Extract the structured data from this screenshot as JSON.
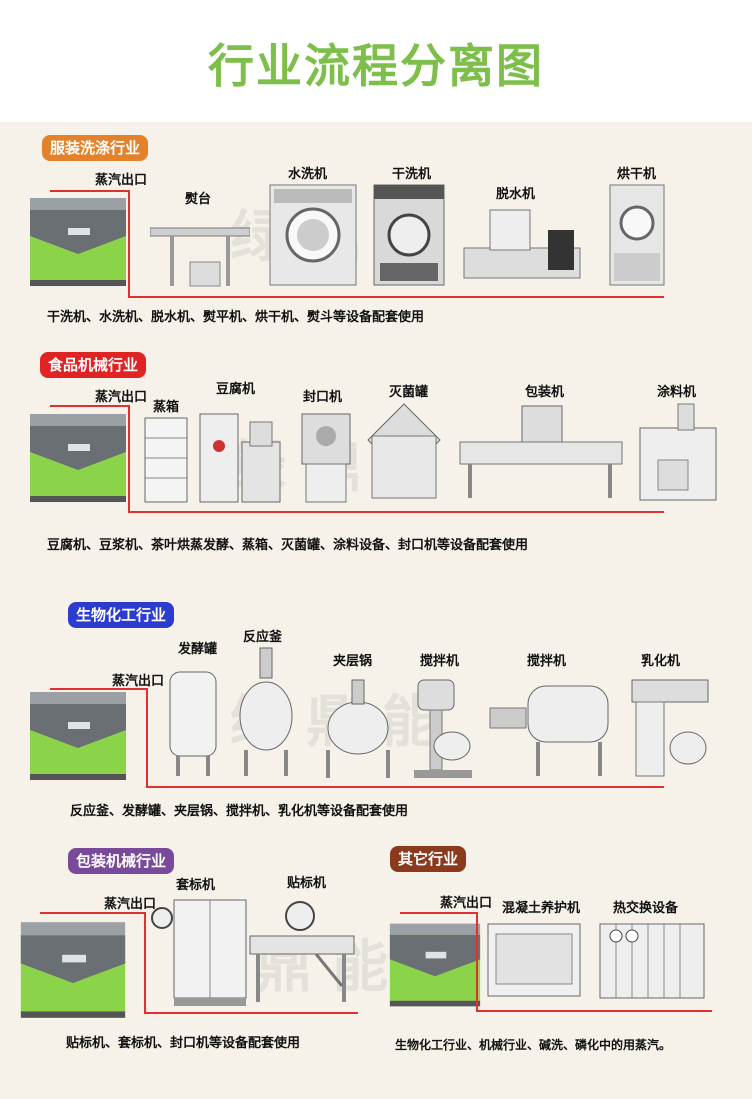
{
  "title": "行业流程分离图",
  "colors": {
    "green": "#7dbf4a",
    "pipe": "#e03030",
    "orange": "#e3822b",
    "red": "#e02323",
    "blue": "#2b3ccf",
    "purple": "#7a4a9a",
    "brown": "#8a3b1e"
  },
  "sections": {
    "laundry": {
      "label": "服装洗涤行业",
      "steam": "蒸汽出口",
      "machines": [
        "熨台",
        "水洗机",
        "干洗机",
        "脱水机",
        "烘干机"
      ],
      "caption": "干洗机、水洗机、脱水机、熨平机、烘干机、熨斗等设备配套使用"
    },
    "food": {
      "label": "食品机械行业",
      "steam": "蒸汽出口",
      "machines": [
        "蒸箱",
        "豆腐机",
        "封口机",
        "灭菌罐",
        "包装机",
        "涂料机"
      ],
      "caption": "豆腐机、豆浆机、茶叶烘蒸发酵、蒸箱、灭菌罐、涂料设备、封口机等设备配套使用"
    },
    "bio": {
      "label": "生物化工行业",
      "steam": "蒸汽出口",
      "machines": [
        "发酵罐",
        "反应釜",
        "夹层锅",
        "搅拌机",
        "搅拌机",
        "乳化机"
      ],
      "caption": "反应釜、发酵罐、夹层锅、搅拌机、乳化机等设备配套使用"
    },
    "packaging": {
      "label": "包装机械行业",
      "steam": "蒸汽出口",
      "machines": [
        "套标机",
        "贴标机"
      ],
      "caption": "贴标机、套标机、封口机等设备配套使用"
    },
    "other": {
      "label": "其它行业",
      "steam": "蒸汽出口",
      "machines": [
        "混凝土养护机",
        "热交换设备"
      ],
      "caption": "生物化工行业、机械行业、碱洗、磷化中的用蒸汽。"
    }
  }
}
